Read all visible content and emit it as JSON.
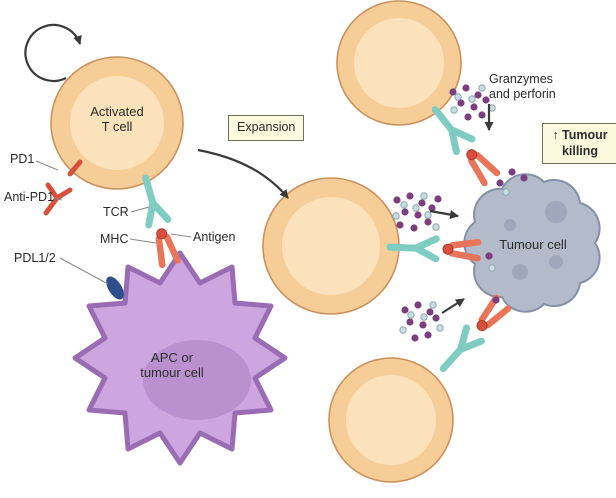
{
  "title": "T cell activation, expansion and tumour killing (PD1 / anti-PD1) diagram",
  "colors": {
    "t_cell_body": "#F7CD97",
    "t_cell_inner": "#FBE2BA",
    "t_cell_stroke": "#C9925C",
    "apc_body": "#CDA6DF",
    "apc_nucleus": "#BB90CE",
    "apc_stroke": "#9A6CB4",
    "tumour_body": "#B3BBCB",
    "tumour_stroke": "#8390A6",
    "tumour_spot": "#98A2B6",
    "tcr_teal": "#7FCDC2",
    "mhc_orange": "#E8745A",
    "antigen_red": "#D94F3D",
    "antibody_red": "#D6503A",
    "pdl_blue": "#2E4F8C",
    "granzyme_purple": "#7B3F7E",
    "perforin_pale": "#C9DCE2",
    "perforin_stroke": "#8FA8B0",
    "arrow": "#3A3A3A",
    "label_line": "#888888",
    "box_bg": "#FBFADF",
    "box_border": "#6F6F5A",
    "text": "#2B2B2B"
  },
  "labels": {
    "pd1": "PD1",
    "anti_pd1": "Anti-PD1",
    "tcr": "TCR",
    "mhc": "MHC",
    "antigen": "Antigen",
    "pdl12": "PDL1/2",
    "activated_t_cell": "Activated\nT cell",
    "apc": "APC or\ntumour cell",
    "expansion": "Expansion",
    "granzymes": "Granzymes\nand perforin",
    "tumour_killing": "↑ Tumour\nkilling",
    "tumour_cell": "Tumour cell"
  }
}
